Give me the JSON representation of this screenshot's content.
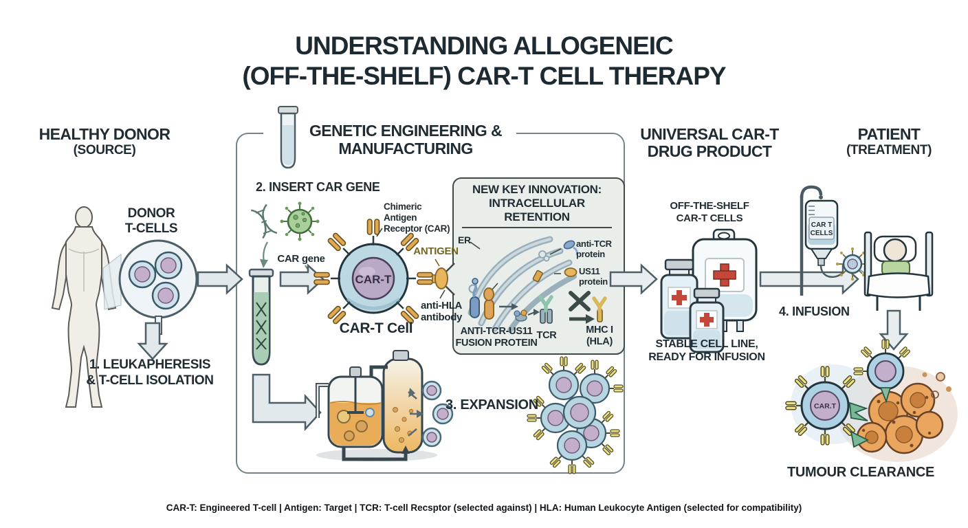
{
  "title": {
    "line1": "UNDERSTANDING ALLOGENEIC",
    "line2": "(OFF-THE-SHELF) CAR-T CELL THERAPY"
  },
  "sections": {
    "donor": {
      "title": "HEALTHY DONOR",
      "subtitle": "(SOURCE)",
      "cells_label": {
        "line1": "DONOR",
        "line2": "T-CELLS"
      },
      "step1": {
        "line1": "1. LEUKAPHERESIS",
        "line2": "& T-CELL ISOLATION"
      }
    },
    "engineering": {
      "title": {
        "line1": "GENETIC ENGINEERING &",
        "line2": "MANUFACTURING"
      },
      "step2": "2. INSERT CAR GENE",
      "car_gene_label": "CAR gene",
      "car_receptor_label": {
        "line1": "Chimeric",
        "line2": "Antigen",
        "line3": "Receptor (CAR)"
      },
      "antigen_label": "ANTIGEN",
      "anti_hla_label": {
        "line1": "anti-HLA",
        "line2": "antibody"
      },
      "cart_cell_caption": "CAR-T Cell",
      "cart_nucleus_label": "CAR-T",
      "step3": "3. EXPANSION"
    },
    "innovation": {
      "title": {
        "line1": "NEW KEY INNOVATION:",
        "line2": "INTRACELLULAR",
        "line3": "RETENTION"
      },
      "er_label": "ER",
      "anti_tcr_label": {
        "line1": "anti-TCR",
        "line2": "protein"
      },
      "us11_label": {
        "line1": "US11",
        "line2": "protein"
      },
      "fusion_label": {
        "line1": "ANTI-TCR-US11",
        "line2": "FUSION PROTEIN"
      },
      "tcr_label": "TCR",
      "mhc_label": {
        "line1": "MHC I",
        "line2": "(HLA)"
      }
    },
    "product": {
      "title": {
        "line1": "UNIVERSAL CAR-T",
        "line2": "DRUG PRODUCT"
      },
      "off_the_shelf": {
        "line1": "OFF-THE-SHELF",
        "line2": "CAR-T CELLS"
      },
      "stable": {
        "line1": "STABLE CELL LINE,",
        "line2": "READY FOR INFUSION"
      }
    },
    "patient": {
      "title": "PATIENT",
      "subtitle": "(TREATMENT)",
      "iv_bag_label": {
        "line1": "CAR T",
        "line2": "CELLS"
      },
      "step4": "4. INFUSION",
      "attack_cell_label": "CAR.T",
      "tumour_caption": "TUMOUR CLEARANCE"
    }
  },
  "legend": {
    "items": [
      "CAR-T: Engineered T-cell",
      "Antigen: Target",
      "TCR: T-cell Recsptor (selected against)",
      "HLA: Human Leukocyte Antigen (selected for compatibility)"
    ]
  },
  "colors": {
    "ink": "#1f2c33",
    "arrow_fill": "#e2e9ec",
    "arrow_stroke": "#4d5e66",
    "box_border": "#74828a",
    "innovation_bg": "#e9eeea",
    "innovation_border": "#3d4b48",
    "cell_blue": "#bcd8e3",
    "nucleus_purple": "#b9a8c6",
    "receptor_orange": "#dfa852",
    "receptor_yellow": "#ece08a",
    "virus_green": "#a9cf9b",
    "tube_green": "#a8cdb4",
    "bioreactor_orange": "#e9ad5a",
    "red_cross": "#c4473a",
    "antigen_text": "#75651f",
    "tumor_orange": "#eaa55e",
    "claw_teal": "#7ab89a"
  }
}
